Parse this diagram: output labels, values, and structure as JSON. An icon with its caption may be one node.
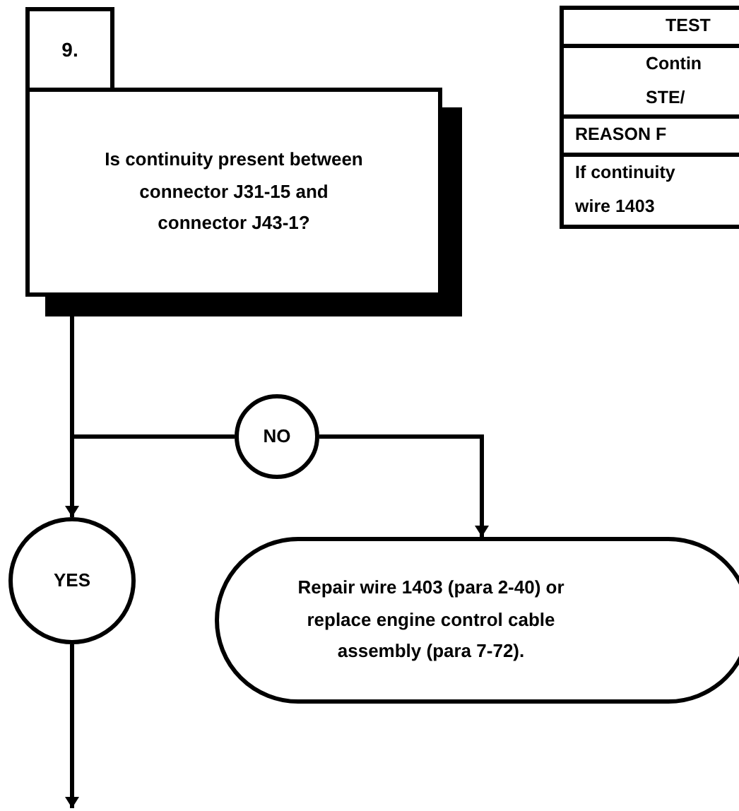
{
  "diagram": {
    "nodes": [
      {
        "text": [
          "9."
        ]
      },
      {
        "text": [
          "Is continuity present between connector J31-15 and connector J43-1?"
        ]
      },
      {
        "text": [
          "NO"
        ]
      },
      {
        "text": [
          "YES"
        ]
      },
      {
        "text": [
          "Repair wire 1403 (para 2-40) or replace engine control cable assembly (para 7-72)."
        ]
      }
    ],
    "edges": [
      {
        "from": 1,
        "to": 3,
        "arrow": "to"
      },
      {
        "from": 1,
        "to": 2,
        "arrow": "none"
      },
      {
        "from": 2,
        "to": 4,
        "arrow": "to"
      },
      {
        "from": 3,
        "to": null,
        "arrow": "to"
      }
    ],
    "labels": [
      "TEST",
      "Contin",
      "STE/",
      "REASON F",
      "If continuity",
      "wire 1403"
    ]
  }
}
